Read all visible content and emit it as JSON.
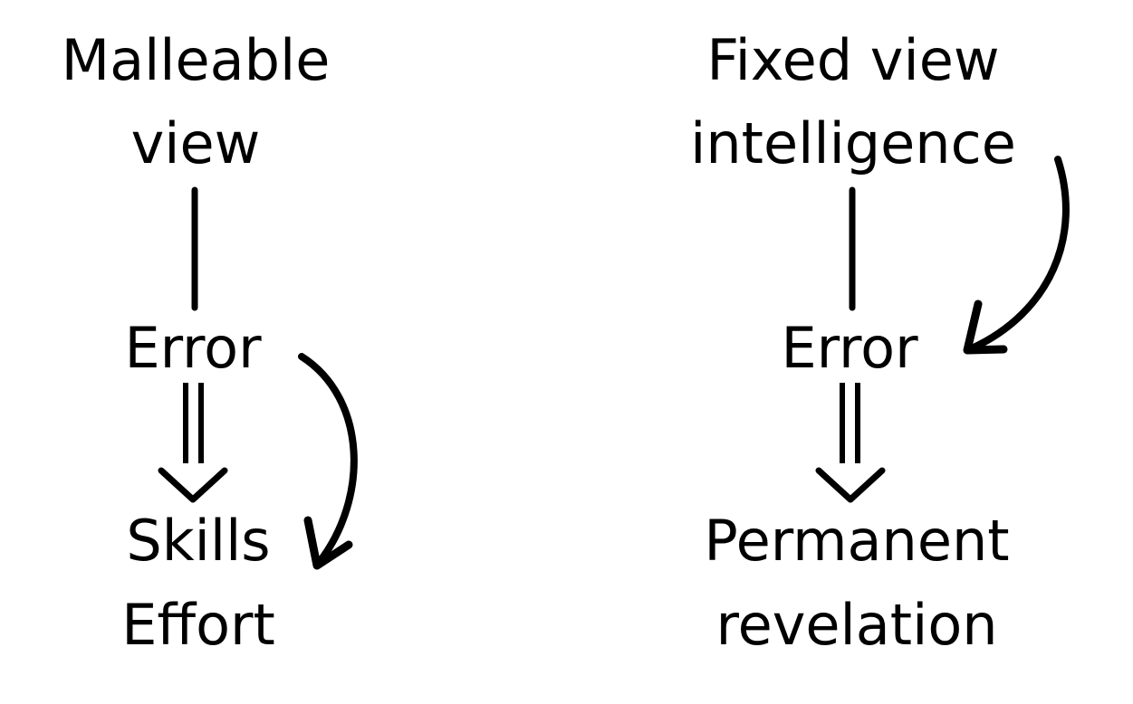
{
  "left": {
    "title_line1": "Malleable",
    "title_line2": "view",
    "middle": "Error",
    "bottom_line1": "Skills",
    "bottom_line2": "Effort"
  },
  "right": {
    "title_line1": "Fixed view",
    "title_line2": "intelligence",
    "middle": "Error",
    "bottom_line1": "Permanent",
    "bottom_line2": "revelation"
  }
}
